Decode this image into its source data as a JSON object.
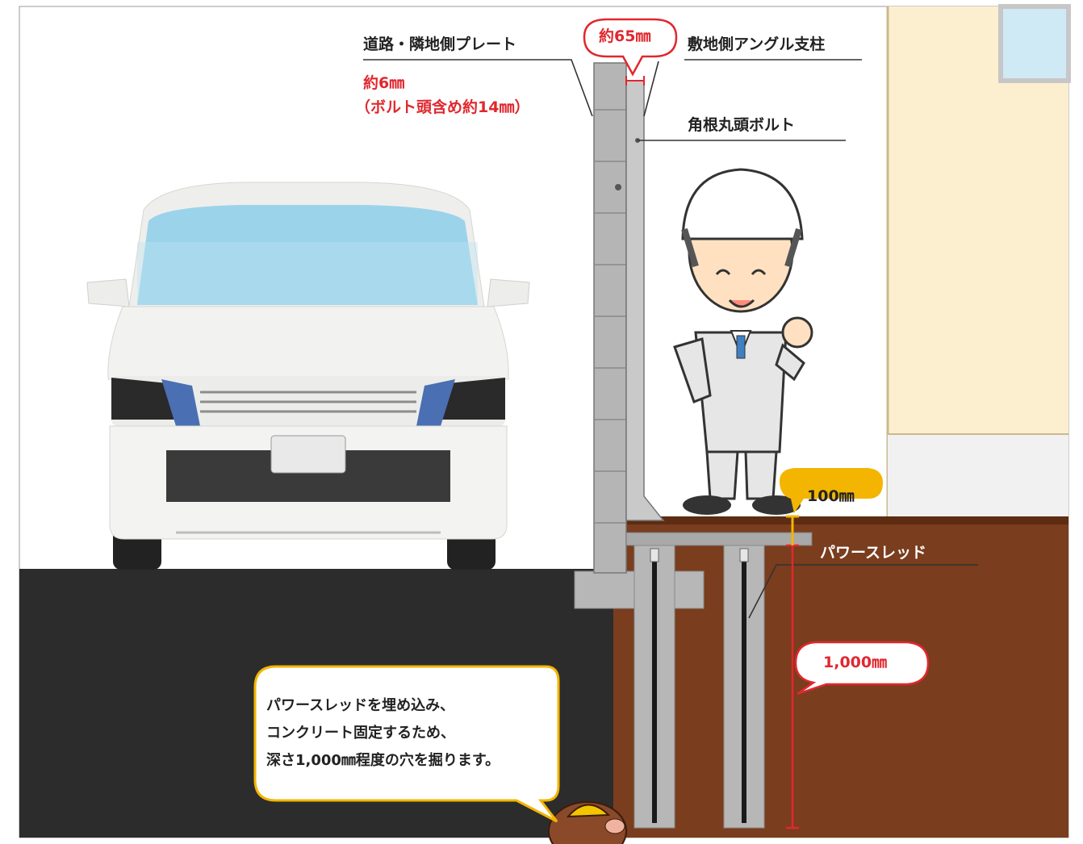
{
  "labels": {
    "road_plate": "道路・隣地側プレート",
    "plate_thickness": "約6㎜",
    "plate_thickness_note": "（ボルト頭含め約14㎜）",
    "gap": "約65㎜",
    "angle_post": "敷地側アングル支柱",
    "bolt": "角根丸頭ボルト",
    "depth_top": "100㎜",
    "thread": "パワースレッド",
    "depth_main": "1,000㎜"
  },
  "callout": {
    "lines": [
      "パワースレッドを埋め込み、",
      "コンクリート固定するため、",
      "深さ1,000㎜程度の穴を掘ります。"
    ]
  },
  "colors": {
    "asphalt": "#2c2c2c",
    "soil": "#7a3d1e",
    "wall_cream": "#fcefcf",
    "accent_red": "#e0282e",
    "accent_yellow": "#f3b500",
    "concrete": "#b7b7b7"
  }
}
